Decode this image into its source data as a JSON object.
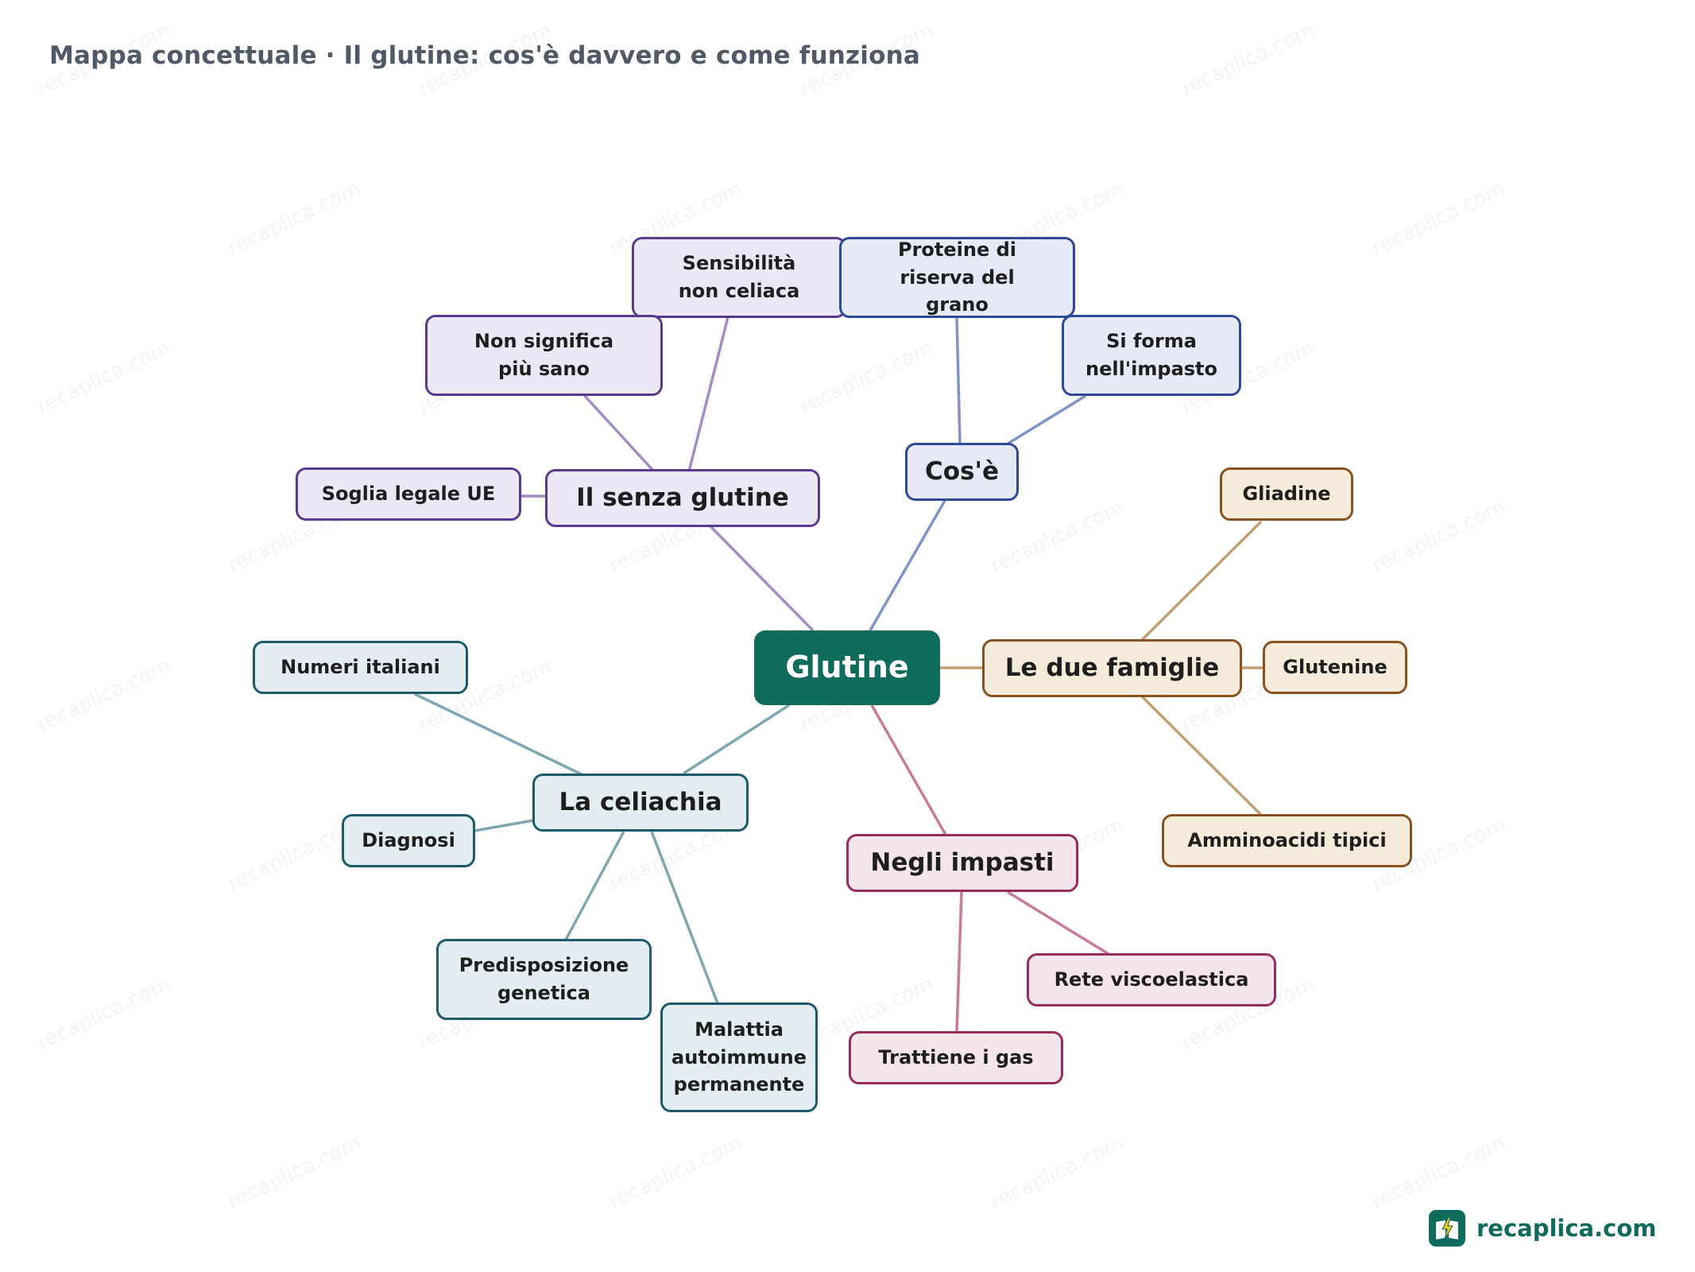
{
  "header": {
    "title": "Mappa concettuale · Il glutine: cos'è davvero e come funziona"
  },
  "brand": {
    "name": "recaplica.com",
    "icon": "book-bolt-icon",
    "color": "#0f6b5c"
  },
  "watermark": {
    "text": "recaplica.com"
  },
  "theme_colors": {
    "root": "#0f6b5c",
    "cos_e": "#7f94c8",
    "senza_glutine": "#a58cc6",
    "famiglie": "#c49e73",
    "impasti": "#c97b9e",
    "celiachia": "#7fa7b3"
  },
  "map": {
    "root": {
      "label": "Glutine"
    },
    "branches": {
      "senza_glutine": {
        "label": "Il senza glutine",
        "children": [
          "Sensibilità non celiaca",
          "Non significa più sano",
          "Soglia legale UE"
        ]
      },
      "cos_e": {
        "label": "Cos'è",
        "children": [
          "Proteine di riserva del grano",
          "Si forma nell'impasto"
        ]
      },
      "famiglie": {
        "label": "Le due famiglie",
        "children": [
          "Gliadine",
          "Glutenine",
          "Amminoacidi tipici"
        ]
      },
      "impasti": {
        "label": "Negli impasti",
        "children": [
          "Rete viscoelastica",
          "Trattiene i gas"
        ]
      },
      "celiachia": {
        "label": "La celiachia",
        "children": [
          "Numeri italiani",
          "Diagnosi",
          "Predisposizione genetica",
          "Malattia autoimmune permanente"
        ]
      }
    }
  }
}
